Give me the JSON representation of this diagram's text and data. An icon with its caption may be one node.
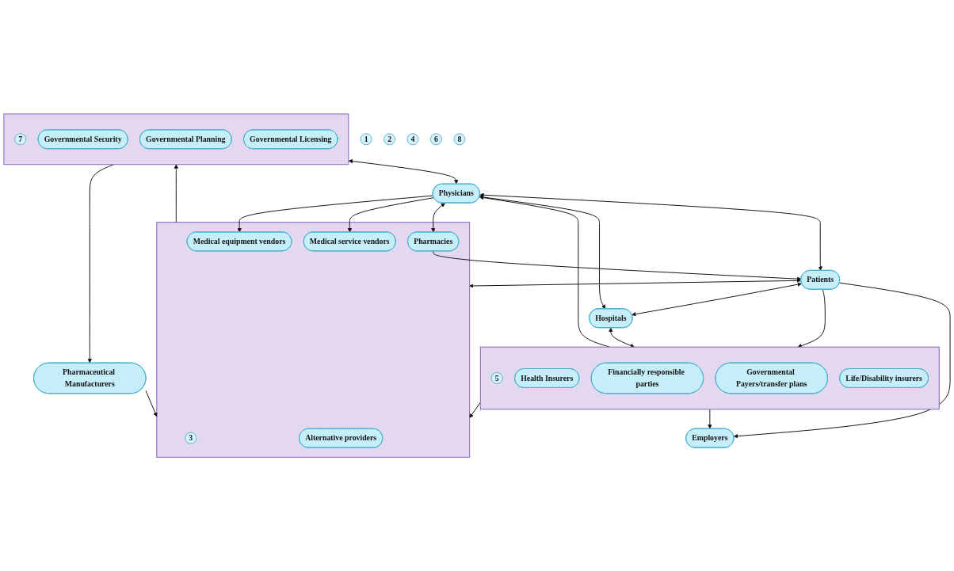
{
  "diagram": {
    "nodes": [
      {
        "text": [
          "1"
        ]
      },
      {
        "text": [
          "Patients"
        ]
      },
      {
        "text": [
          "2"
        ]
      },
      {
        "text": [
          "Physicians"
        ]
      },
      {
        "text": [],
        "shape": "box"
      },
      {
        "text": [
          "3"
        ],
        "in": 4
      },
      {
        "text": [
          "Pharmacies"
        ],
        "in": 4
      },
      {
        "text": [
          "Medical equipment vendors"
        ],
        "in": 4
      },
      {
        "text": [
          "Medical service vendors"
        ],
        "in": 4
      },
      {
        "text": [
          "Alternative providers"
        ],
        "in": 4
      },
      {
        "text": [
          "4"
        ]
      },
      {
        "text": [
          "Hospitals"
        ]
      },
      {
        "text": [],
        "shape": "box"
      },
      {
        "text": [
          "5"
        ],
        "in": 12
      },
      {
        "text": [
          "Health Insurers"
        ],
        "in": 12
      },
      {
        "text": [
          "Financially responsible parties"
        ],
        "in": 12
      },
      {
        "text": [
          "Governmental Payers/transfer plans"
        ],
        "in": 12
      },
      {
        "text": [
          "Life/Disability insurers"
        ],
        "in": 12
      },
      {
        "text": [
          "6"
        ]
      },
      {
        "text": [
          "Employers"
        ]
      },
      {
        "text": [],
        "shape": "box"
      },
      {
        "text": [
          "7"
        ],
        "in": 20
      },
      {
        "text": [
          "Governmental Security"
        ],
        "in": 20
      },
      {
        "text": [
          "Governmental Planning"
        ],
        "in": 20
      },
      {
        "text": [
          "Governmental Licensing"
        ],
        "in": 20
      },
      {
        "text": [
          "8"
        ]
      },
      {
        "text": [
          "Pharmaceutical Manufacturers"
        ]
      }
    ],
    "edges": [
      {
        "from": 6,
        "to": 1,
        "arrow": "to"
      },
      {
        "from": 1,
        "to": 3,
        "arrow": "both"
      },
      {
        "from": 1,
        "to": 4,
        "arrow": "both"
      },
      {
        "from": 1,
        "to": 12,
        "arrow": "to"
      },
      {
        "from": 1,
        "to": 19,
        "arrow": "to"
      },
      {
        "from": 1,
        "to": 11,
        "arrow": "both"
      },
      {
        "from": 3,
        "to": 6,
        "arrow": "both"
      },
      {
        "from": 3,
        "to": 7,
        "arrow": "to"
      },
      {
        "from": 3,
        "to": 8,
        "arrow": "to"
      },
      {
        "from": 11,
        "to": 3,
        "arrow": "both"
      },
      {
        "from": 20,
        "to": 3,
        "arrow": "both"
      },
      {
        "from": 12,
        "to": 3,
        "arrow": "to"
      },
      {
        "from": 11,
        "to": 12,
        "arrow": "both"
      },
      {
        "from": 12,
        "to": 4,
        "arrow": "to"
      },
      {
        "from": 12,
        "to": 19,
        "arrow": "to"
      },
      {
        "from": 4,
        "to": 20,
        "arrow": "to"
      },
      {
        "from": 20,
        "to": 26,
        "arrow": "to"
      },
      {
        "from": 26,
        "to": 4,
        "arrow": "to"
      }
    ]
  }
}
